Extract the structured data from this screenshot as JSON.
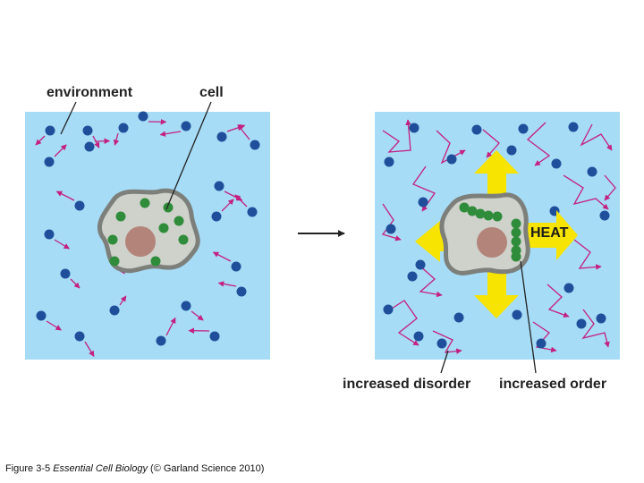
{
  "labels": {
    "environment": "environment",
    "cell": "cell",
    "increased_disorder": "increased disorder",
    "increased_order": "increased order",
    "heat": "HEAT"
  },
  "caption": {
    "figure": "Figure 3-5",
    "book": "Essential Cell Biology",
    "credit": "(© Garland Science 2010)"
  },
  "colors": {
    "environment_bg": "#a6dcf6",
    "cell_fill": "#cfd1cb",
    "cell_outline": "#7d7f7b",
    "nucleus": "#b3847a",
    "molecule_outside": "#1f4f9a",
    "molecule_inside": "#2e8c3a",
    "motion_arrow": "#c4207f",
    "heat_arrow": "#f7e400"
  }
}
